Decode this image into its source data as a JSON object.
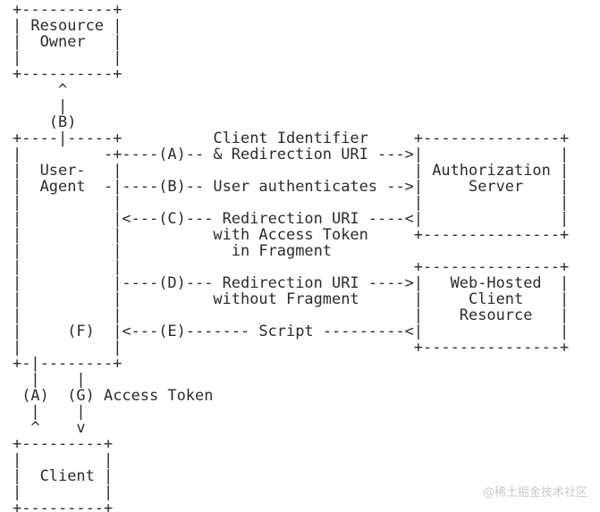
{
  "diagram": {
    "lines": [
      "+----------+",
      "| Resource |",
      "|  Owner   |",
      "|          |",
      "+----------+",
      "     ^",
      "     |",
      "    (B)",
      "+----|-----+          Client Identifier     +---------------+",
      "|         -+----(A)-- & Redirection URI --->|               |",
      "|  User-   |                                | Authorization |",
      "|  Agent  -|----(B)-- User authenticates -->|     Server    |",
      "|          |                                |               |",
      "|          |<---(C)--- Redirection URI ----<|               |",
      "|          |          with Access Token     +---------------+",
      "|          |            in Fragment",
      "|          |                                +---------------+",
      "|          |----(D)--- Redirection URI ---->|   Web-Hosted  |",
      "|          |          without Fragment      |     Client    |",
      "|          |                                |    Resource   |",
      "|     (F)  |<---(E)------- Script ---------<|               |",
      "|          |                                +---------------+",
      "+-|--------+",
      "  |    |",
      " (A)  (G) Access Token",
      "  |    |",
      "  ^    v",
      "+---------+",
      "|         |",
      "|  Client |",
      "|         |",
      "+---------+"
    ],
    "watermark": "@稀土掘金技术社区"
  }
}
